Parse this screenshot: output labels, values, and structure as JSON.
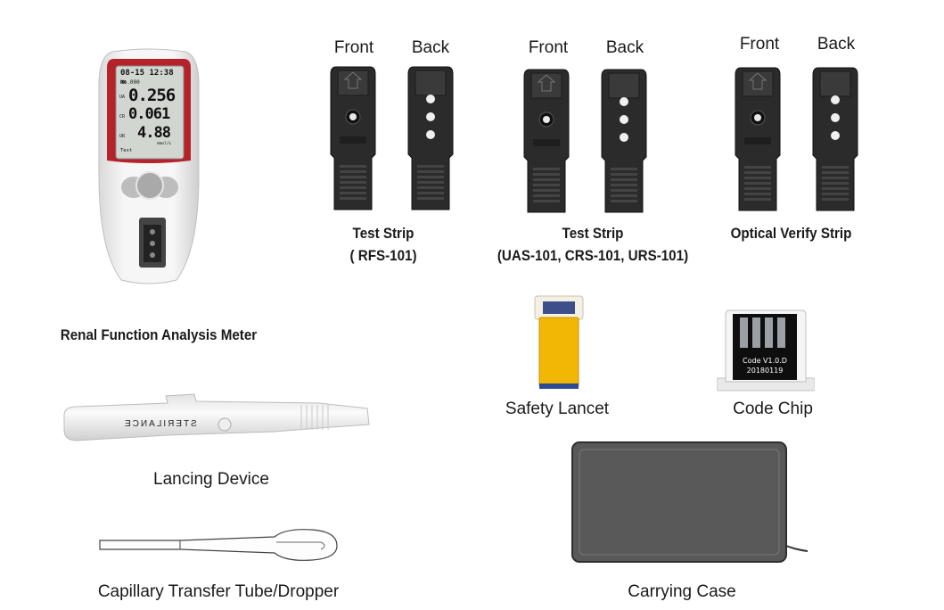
{
  "meter": {
    "label": "Renal Function Analysis Meter",
    "screen": {
      "date": "08-15",
      "time": "12:38",
      "ampm": "PM",
      "no_label": "No.",
      "no_value": "000",
      "ua_label": "UA",
      "ua_value": "0.256",
      "cr_label": "CR",
      "cr_value": "0.061",
      "ur_label": "UR",
      "ur_value": "4.88",
      "unit": "mmol/L",
      "test_label": "Test"
    }
  },
  "strips": [
    {
      "front_label": "Front",
      "back_label": "Back",
      "title": "Test Strip",
      "subtitle": "( RFS-101)"
    },
    {
      "front_label": "Front",
      "back_label": "Back",
      "title": "Test Strip",
      "subtitle": "(UAS-101, CRS-101, URS-101)"
    },
    {
      "front_label": "Front",
      "back_label": "Back",
      "title": "Optical Verify Strip",
      "subtitle": ""
    }
  ],
  "lancing_device": {
    "label": "Lancing Device",
    "brand": "STERILANCE"
  },
  "dropper": {
    "label": "Capillary Transfer Tube/Dropper"
  },
  "safety_lancet": {
    "label": "Safety Lancet"
  },
  "code_chip": {
    "label": "Code Chip",
    "line1": "Code  V1.0.D",
    "line2": "20180119"
  },
  "carrying_case": {
    "label": "Carrying Case"
  },
  "colors": {
    "meter_red": "#b5222a",
    "strip_black": "#2b2b2b",
    "lancet_yellow": "#f2b705",
    "case_gray": "#5a5a5a"
  }
}
